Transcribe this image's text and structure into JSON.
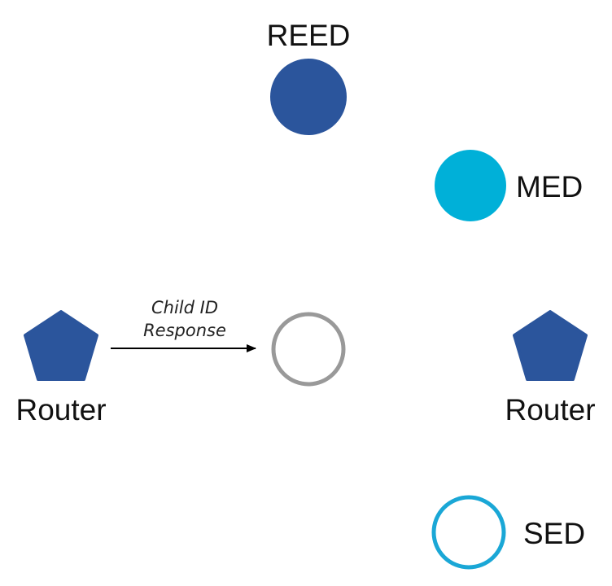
{
  "nodes": {
    "reed": {
      "label": "REED",
      "shape": "circle-filled",
      "color": "#2b559c"
    },
    "med": {
      "label": "MED",
      "shape": "circle-filled",
      "color": "#00b0d8"
    },
    "child": {
      "shape": "circle-outline",
      "color": "#999999"
    },
    "router_left": {
      "label": "Router",
      "shape": "pentagon",
      "color": "#2b559c"
    },
    "router_right": {
      "label": "Router",
      "shape": "pentagon",
      "color": "#2b559c"
    },
    "sed": {
      "label": "SED",
      "shape": "circle-outline",
      "color": "#1aa7d6"
    }
  },
  "edges": {
    "child_id_response": {
      "from": "router_left",
      "to": "child",
      "label_line1": "Child ID",
      "label_line2": "Response"
    }
  }
}
